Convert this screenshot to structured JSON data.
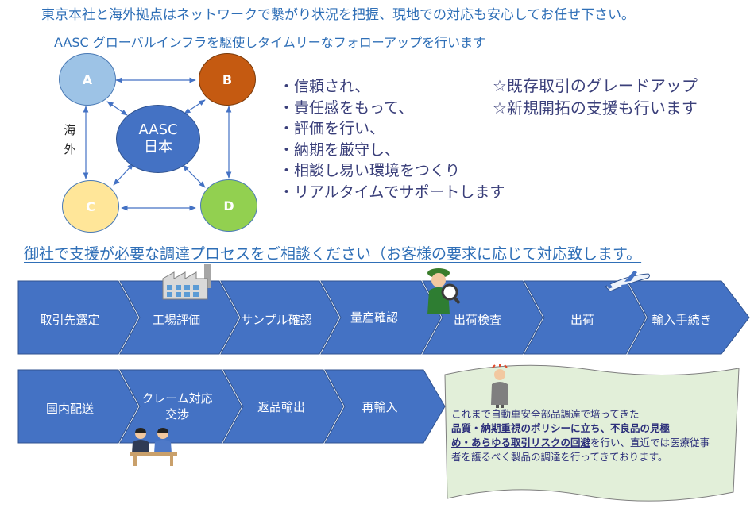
{
  "header": {
    "line1": "東京本社と海外拠点はネットワークで繋がり状況を把握、現地での対応も安心してお任せ下さい。",
    "line2": "AASC グローバルインフラを駆使しタイムリーなフォローアップを行います"
  },
  "network": {
    "hub_line1": "AASC",
    "hub_line2": "日本",
    "nodes": {
      "a": "A",
      "b": "B",
      "c": "C",
      "d": "D"
    },
    "overseas_chars": [
      "海",
      "外"
    ],
    "colors": {
      "a": "#9dc3e6",
      "b": "#c55a11",
      "c": "#ffe699",
      "d": "#92d050",
      "hub": "#4472c4"
    }
  },
  "commitments": [
    "・信頼され、",
    "・責任感をもって、",
    "・評価を行い、",
    "・納期を厳守し、",
    "・相談し易い環境をつくり",
    "・リアルタイムでサポートします"
  ],
  "highlights": [
    "☆既存取引のグレードアップ",
    "☆新規開拓の支援も行います"
  ],
  "consult_line": "御社で支援が必要な調達プロセスをご相談ください（お客様の要求に応じて対応致します。",
  "process_row1": [
    "取引先選定",
    "工場評価",
    "サンプル確認",
    "量産確認",
    "出荷検査",
    "出荷",
    "輸入手続き"
  ],
  "process_row2": [
    "国内配送",
    "クレーム対応\n交渉",
    "返品輸出",
    "再輸入"
  ],
  "note": {
    "line1": "これまで自動車安全部品調達で培ってきた",
    "bold1": "品質・納期重視のポリシーに立ち、不良品の見極",
    "bold2": "め・あらゆる取引リスクの回避",
    "rest": "を行い、直近では医療従事者を護るべく製品の調達を行ってきております。"
  },
  "icons": [
    "factory-icon",
    "detective-icon",
    "airplane-icon",
    "business-meeting-icon",
    "worried-person-icon"
  ],
  "colors": {
    "step_fill": "#4472c4",
    "note_fill": "#e2efd9",
    "heading_blue": "#2f6fb7",
    "body_navy": "#3a3f7a"
  }
}
